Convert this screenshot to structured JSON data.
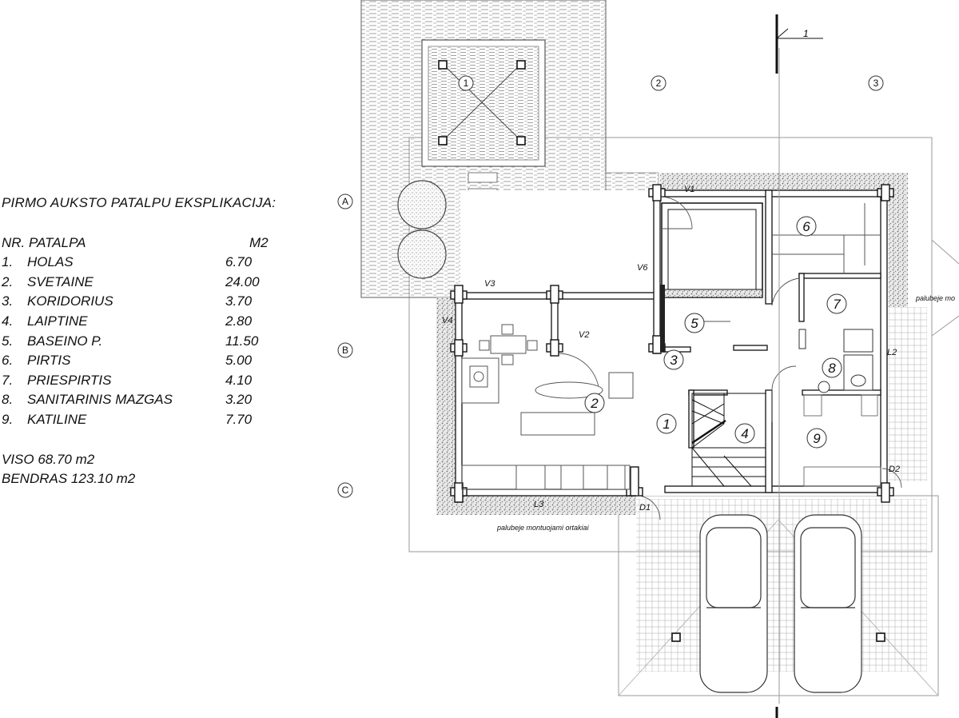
{
  "legend": {
    "title": "PIRMO AUKSTO PATALPU EKSPLIKACIJA:",
    "header_nr": "NR. PATALPA",
    "header_m2": "M2",
    "rows": [
      {
        "num": "1.",
        "name": "HOLAS",
        "area": "6.70"
      },
      {
        "num": "2.",
        "name": "SVETAINE",
        "area": "24.00"
      },
      {
        "num": "3.",
        "name": "KORIDORIUS",
        "area": "3.70"
      },
      {
        "num": "4.",
        "name": "LAIPTINE",
        "area": "2.80"
      },
      {
        "num": "5.",
        "name": "BASEINO P.",
        "area": "11.50"
      },
      {
        "num": "6.",
        "name": "PIRTIS",
        "area": "5.00"
      },
      {
        "num": "7.",
        "name": "PRIESPIRTIS",
        "area": "4.10"
      },
      {
        "num": "8.",
        "name": "SANITARINIS MAZGAS",
        "area": "3.20"
      },
      {
        "num": "9.",
        "name": "KATILINE",
        "area": "7.70"
      }
    ],
    "total_viso": "VISO 68.70 m2",
    "total_bendras": "BENDRAS 123.10 m2"
  },
  "plan": {
    "axes": {
      "a": "A",
      "b": "B",
      "c": "C",
      "one": "1",
      "two": "2",
      "three": "3"
    },
    "section_mark": "1",
    "rooms": {
      "r1": "1",
      "r2": "2",
      "r3": "3",
      "r4": "4",
      "r5": "5",
      "r6": "6",
      "r7": "7",
      "r8": "8",
      "r9": "9"
    },
    "windows": {
      "v1": "V1",
      "v2": "V2",
      "v3": "V3",
      "v4": "V4",
      "v6": "V6",
      "l2": "L2",
      "l3": "L3",
      "d1": "D1",
      "d2": "D2"
    },
    "note_bottom": "palubeje montuojami ortakiai",
    "note_right": "palubeje mo"
  }
}
